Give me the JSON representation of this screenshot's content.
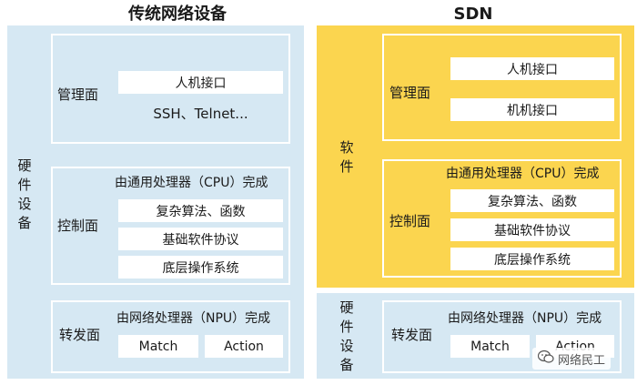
{
  "traditional": {
    "title": "传统网络设备",
    "hardware_label": "硬件设备",
    "mgmt": {
      "label": "管理面",
      "box": "人机接口",
      "text": "SSH、Telnet..."
    },
    "ctrl": {
      "label": "控制面",
      "heading": "由通用处理器（CPU）完成",
      "items": [
        "复杂算法、函数",
        "基础软件协议",
        "底层操作系统"
      ]
    },
    "fwd": {
      "label": "转发面",
      "heading": "由网络处理器（NPU）完成",
      "match": "Match",
      "action": "Action"
    }
  },
  "sdn": {
    "title": "SDN",
    "software_label": "软件",
    "hardware_label": "硬件设备",
    "mgmt": {
      "label": "管理面",
      "items": [
        "人机接口",
        "机机接口"
      ]
    },
    "ctrl": {
      "label": "控制面",
      "heading": "由通用处理器（CPU）完成",
      "items": [
        "复杂算法、函数",
        "基础软件协议",
        "底层操作系统"
      ]
    },
    "fwd": {
      "label": "转发面",
      "heading": "由网络处理器（NPU）完成",
      "match": "Match",
      "action": "Action"
    }
  },
  "watermark": {
    "text": "网络民工",
    "icon": "wechat-icon"
  },
  "colors": {
    "blue": "#d6e8f3",
    "yellow": "#fbd54f",
    "white": "#ffffff"
  }
}
